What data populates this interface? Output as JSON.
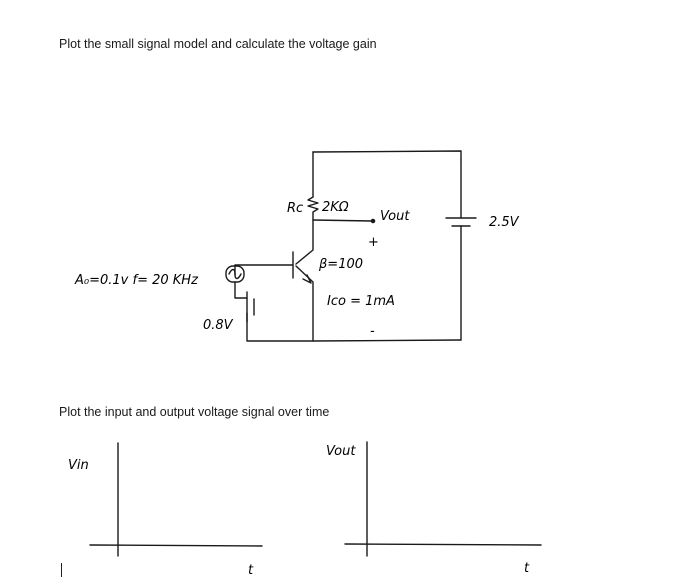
{
  "questions": {
    "q1": "Plot the small signal model and calculate the voltage gain",
    "q2": "Plot the input and output voltage signal over time"
  },
  "circuit": {
    "rc_label": "Rc",
    "rc_value": "2KΩ",
    "vout_label": "Vout",
    "plus_sign": "+",
    "minus_sign": "-",
    "beta": "β=100",
    "ico": "Ico = 1mA",
    "supply": "2.5V",
    "bias": "0.8V",
    "source_spec": "A₀=0.1v  f= 20 KHz"
  },
  "plots": {
    "vin_label": "Vin",
    "vout_label": "Vout",
    "time_label_1": "t",
    "time_label_2": "t"
  }
}
